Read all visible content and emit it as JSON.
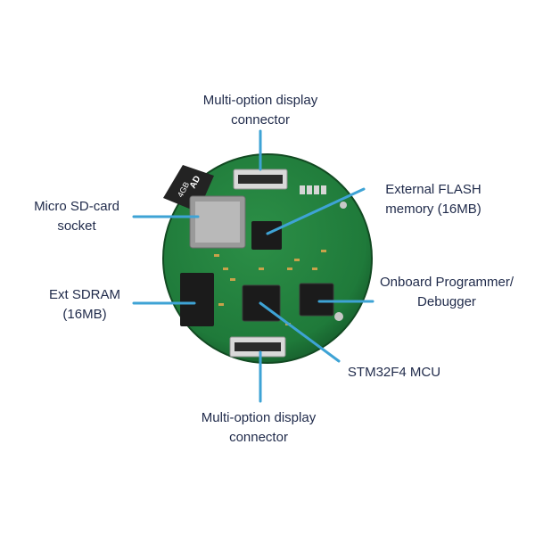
{
  "colors": {
    "leader": "#3ea3d5",
    "label_text": "#1f2a4a",
    "pcb": "#1f7a3a",
    "pcb_dark": "#15592a",
    "chip": "#1b1b1b",
    "connector": "#d9d9d9",
    "sd_card": "#232323"
  },
  "labels": {
    "top_display": {
      "line1": "Multi-option display",
      "line2": "connector"
    },
    "micro_sd": {
      "line1": "Micro SD-card",
      "line2": "socket"
    },
    "ext_flash": {
      "line1": "External FLASH",
      "line2": "memory (16MB)"
    },
    "ext_sdram": {
      "line1": "Ext SDRAM",
      "line2": "(16MB)"
    },
    "programmer": {
      "line1": "Onboard Programmer/",
      "line2": "Debugger"
    },
    "mcu": {
      "line1": "STM32F4 MCU"
    },
    "bottom_display": {
      "line1": "Multi-option display",
      "line2": "connector"
    }
  },
  "board_marks": {
    "sd_card_text": "4GB",
    "sd_card_brand": "AD"
  }
}
